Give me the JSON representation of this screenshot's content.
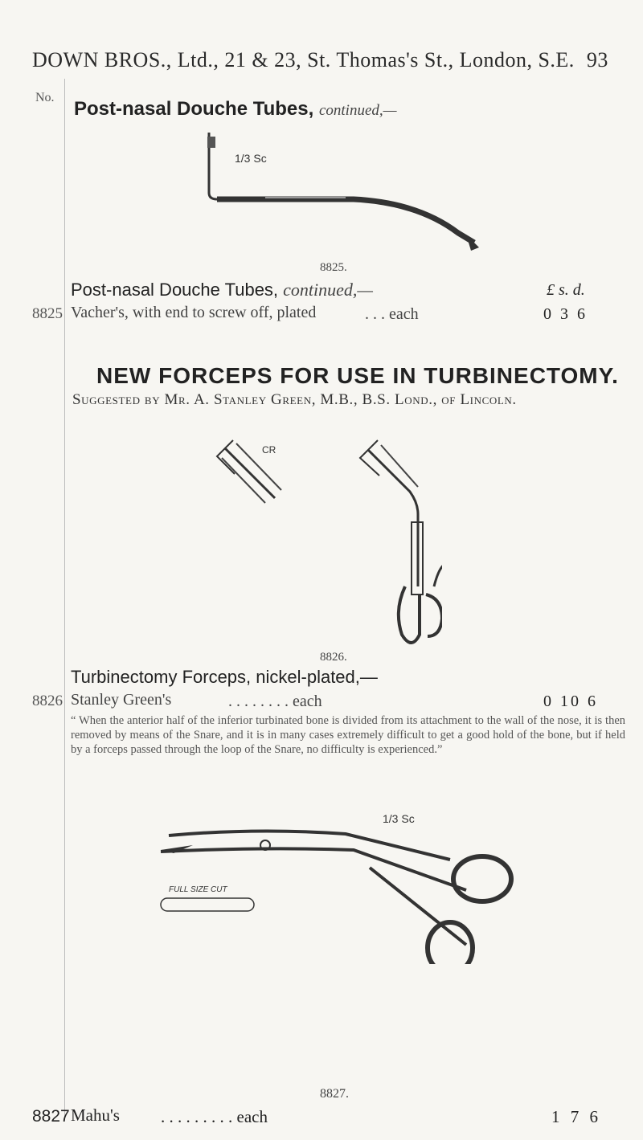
{
  "running_head": "DOWN BROS., Ltd., 21 & 23, St. Thomas's St., London, S.E.",
  "page_number": "93",
  "column_label": "No.",
  "section": {
    "title": "Post-nasal Douche Tubes,",
    "title_suffix": "continued,—"
  },
  "items": [
    {
      "no": "8825",
      "fig_label": "8825.",
      "scale": "1/3 Sc",
      "heading": "Post-nasal Douche Tubes,",
      "heading_suffix": "continued,—",
      "name": "Vacher's, with end to screw off, plated",
      "leader": ". . . each",
      "currency_header": "£ s. d.",
      "price": "0 3 6"
    },
    {
      "no": "8826",
      "fig_label": "8826.",
      "heading": "Turbinectomy Forceps, nickel-plated,—",
      "name": "Stanley Green's",
      "leader": ". . . . . . . . each",
      "price": "0 10 6",
      "quote": "“ When the anterior half of the inferior turbinated bone is divided from its attachment to the wall of the nose, it is then removed by means of the Snare, and it is in many cases extremely difficult to get a good hold of the bone, but if held by a forceps passed through the loop of the Snare, no difficulty is experienced.”"
    },
    {
      "no": "8827",
      "fig_label": "8827.",
      "scale": "1/3 Sc",
      "full_size_label": "FULL SIZE CUT",
      "name": "Mahu's",
      "leader": ". . . . . . . . . each",
      "price": "1 7 6"
    }
  ],
  "new_section": {
    "title": "NEW FORCEPS FOR USE IN TURBINECTOMY.",
    "suggested_by": "Suggested by Mr. A. Stanley Green, M.B., B.S. Lond., of Lincoln."
  },
  "colors": {
    "ink": "#222222",
    "paper": "#f7f6f2",
    "muted": "#555555"
  }
}
